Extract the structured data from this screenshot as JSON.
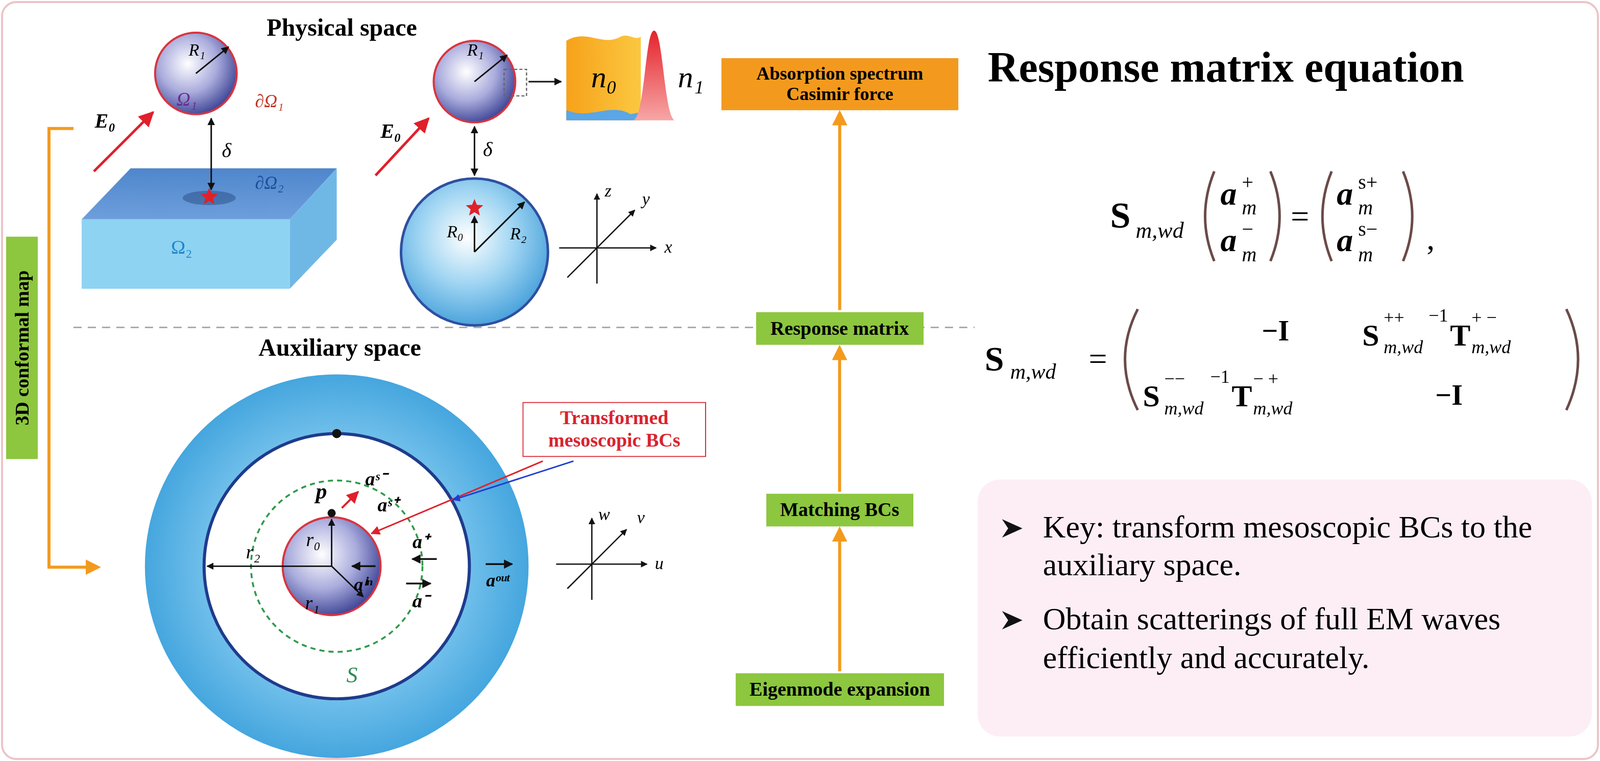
{
  "diagram": {
    "title": "Response matrix equation",
    "nodes": [
      {
        "text": [
          "Absorption spectrum Casimir force"
        ]
      },
      {
        "text": [
          "Response matrix"
        ]
      },
      {
        "text": [
          "Matching BCs"
        ]
      },
      {
        "text": [
          "Eigenmode expansion"
        ]
      },
      {
        "text": [
          "3D conformal map"
        ]
      },
      {
        "text": [
          "Transformed mesoscopic BCs"
        ]
      },
      {
        "text": [
          "Key: transform mesoscopic BCs to the auxiliary space.",
          "Obtain scatterings of full EM waves efficiently and accurately."
        ]
      }
    ],
    "edges": [
      {
        "from": 3,
        "to": 2,
        "arrow": "to"
      },
      {
        "from": 2,
        "to": 1,
        "arrow": "to"
      },
      {
        "from": 1,
        "to": 0,
        "arrow": "to"
      }
    ],
    "labels": [
      "Physical space",
      "R₁",
      "Ω₁",
      "∂Ω₁",
      "E₀",
      "δ",
      "∂Ω₂",
      "Ω₂",
      "R₁",
      "E₀",
      "δ",
      "R₀",
      "R₂",
      "z",
      "y",
      "x",
      "n₀",
      "n₁",
      "Auxiliary space",
      "p",
      "aˢ⁻",
      "aˢ⁺",
      "r₀",
      "r₂",
      "r₁",
      "a⁺",
      "aⁱⁿ",
      "a⁻",
      "aᵒᵘᵗ",
      "S",
      "w",
      "v",
      "u",
      "S",
      "m,wd",
      "a",
      "+",
      "m",
      "a",
      "−",
      "m",
      "=",
      "a",
      "s+",
      "m",
      "a",
      "s−",
      "m",
      ",",
      "S",
      "m,wd",
      "=",
      "−I",
      "S",
      "++",
      "m,wd",
      "−1",
      "T",
      "+ −",
      "m,wd",
      "S",
      "−−",
      "m,wd",
      "−1",
      "T",
      "− +",
      "m,wd",
      "−I"
    ]
  }
}
